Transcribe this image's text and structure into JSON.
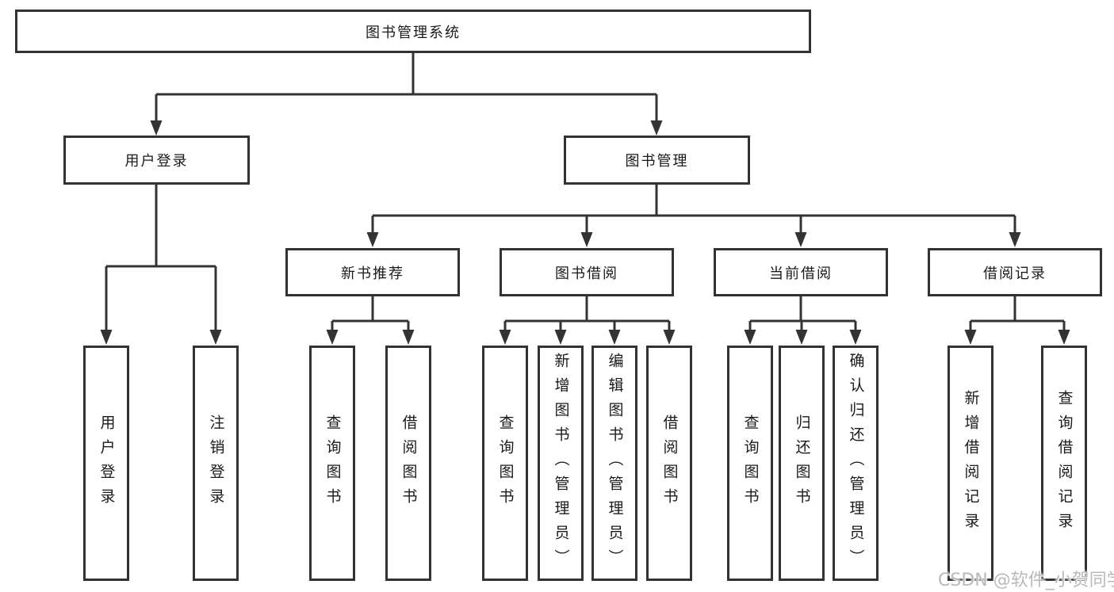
{
  "diagram": {
    "root": {
      "label": "图书管理系统"
    },
    "branches": [
      {
        "label": "用户登录",
        "children": [
          {
            "label": "用户登录"
          },
          {
            "label": "注销登录"
          }
        ]
      },
      {
        "label": "图书管理",
        "children": [
          {
            "label": "新书推荐",
            "children": [
              {
                "label": "查询图书"
              },
              {
                "label": "借阅图书"
              }
            ]
          },
          {
            "label": "图书借阅",
            "children": [
              {
                "label": "查询图书"
              },
              {
                "label": "新增图书（管理员）"
              },
              {
                "label": "编辑图书（管理员）"
              },
              {
                "label": "借阅图书"
              }
            ]
          },
          {
            "label": "当前借阅",
            "children": [
              {
                "label": "查询图书"
              },
              {
                "label": "归还图书"
              },
              {
                "label": "确认归还（管理员）"
              }
            ]
          },
          {
            "label": "借阅记录",
            "children": [
              {
                "label": "新增借阅记录"
              },
              {
                "label": "查询借阅记录"
              }
            ]
          }
        ]
      }
    ]
  },
  "watermark": {
    "text": "CSDN @软件_小贺同学"
  },
  "colors": {
    "background": "#ffffff",
    "line": "#333333",
    "box_border": "#333333",
    "text": "#1a1a1a",
    "watermark": "#b9b9b9"
  }
}
